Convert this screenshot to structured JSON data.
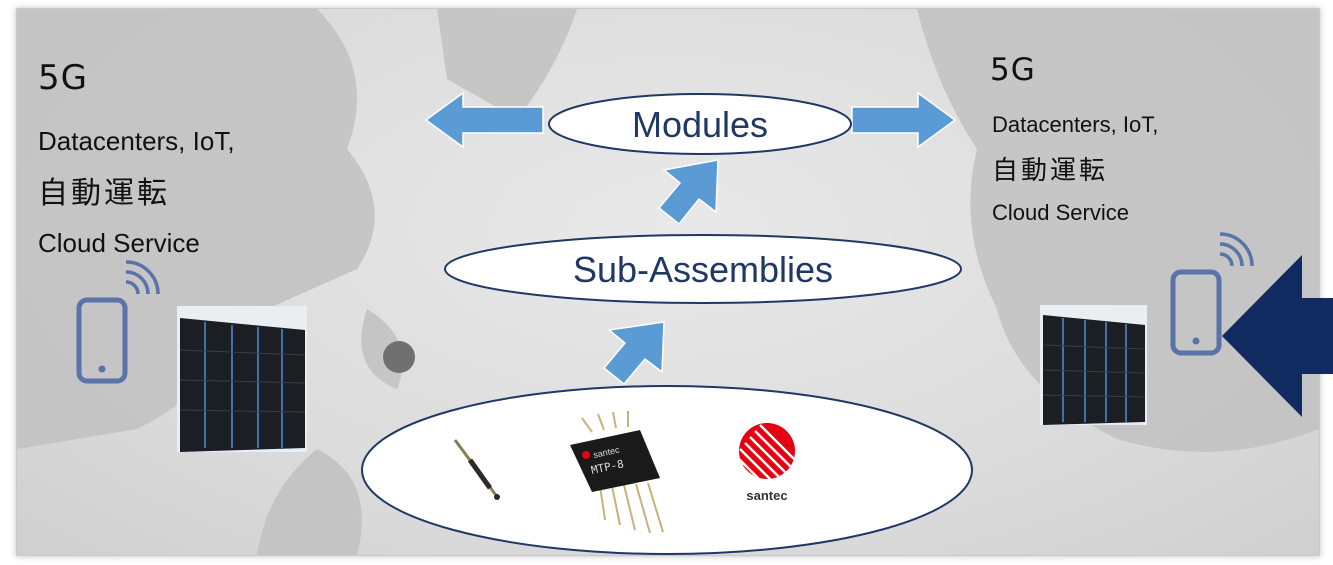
{
  "left": {
    "title": "5G",
    "line1": "Datacenters, IoT,",
    "line2": "自動運転",
    "line3": "Cloud Service"
  },
  "right": {
    "title": "5G",
    "line1": "Datacenters, IoT,",
    "line2": "自動運転",
    "line3": "Cloud Service"
  },
  "nodes": {
    "modules": "Modules",
    "subassemblies": "Sub-Assemblies"
  },
  "components": {
    "chip_brand": "santec",
    "chip_model": "MTP-8",
    "logo_text": "santec"
  },
  "colors": {
    "arrow_light": "#5b9bd5",
    "arrow_dark": "#112b61",
    "node_text": "#1f3864",
    "logo_red": "#e60012",
    "phone": "#5a73a8"
  }
}
